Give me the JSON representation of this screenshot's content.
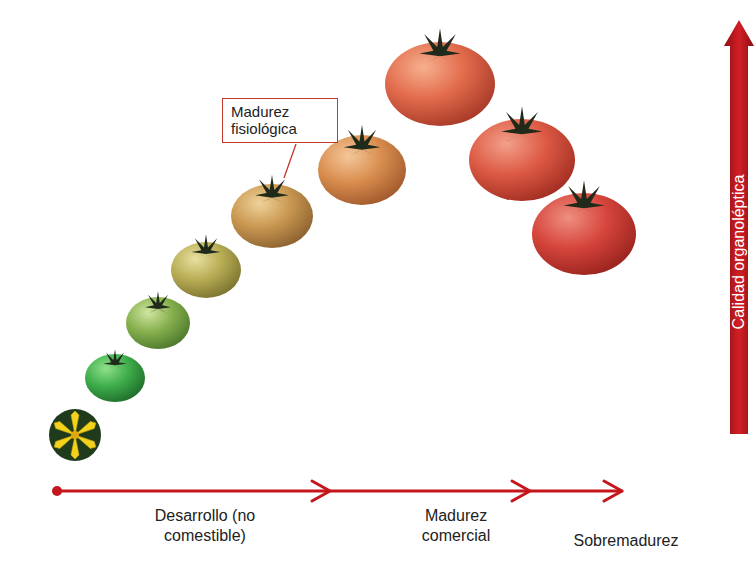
{
  "diagram": {
    "nodes": [
      {
        "text": [
          "Madurez fisiológica"
        ]
      },
      {
        "text": [
          "Calidad organoléptica"
        ]
      }
    ],
    "labels": [
      "Desarrollo (no comestible)",
      "Madurez comercial",
      "Sobremadurez"
    ]
  }
}
